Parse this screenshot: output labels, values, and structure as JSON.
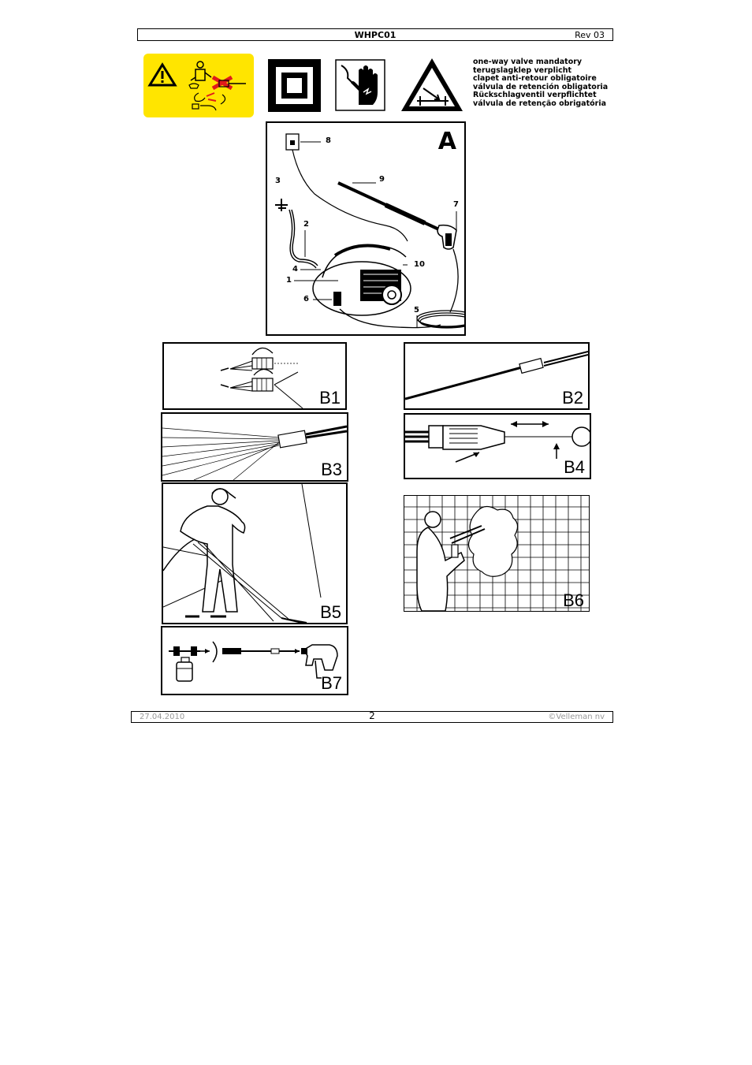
{
  "header": {
    "code": "WHPC01",
    "rev": "Rev 03"
  },
  "footer": {
    "date": "27.04.2010",
    "page": "2",
    "copyright": "©Velleman nv"
  },
  "valve_notice": [
    "one-way valve mandatory",
    "terugslagklep verplicht",
    "clapet anti-retour obligatoire",
    "válvula de retención obligatoria",
    "Rückschlagventil verpflichtet",
    "válvula de retenção obrigatória"
  ],
  "figure_a": {
    "label": "A",
    "callouts": [
      "8",
      "9",
      "3",
      "7",
      "2",
      "10",
      "4",
      "1",
      "6",
      "5"
    ]
  },
  "panels": {
    "b1": "B1",
    "b2": "B2",
    "b3": "B3",
    "b4": "B4",
    "b5": "B5",
    "b6": "B6",
    "b7": "B7"
  },
  "colors": {
    "warning_yellow": "#ffe500",
    "warning_red": "#e01b1b"
  },
  "icons": [
    "warning-label-icon",
    "double-insulation-icon",
    "electric-shock-hand-icon",
    "valve-warning-triangle-icon"
  ]
}
